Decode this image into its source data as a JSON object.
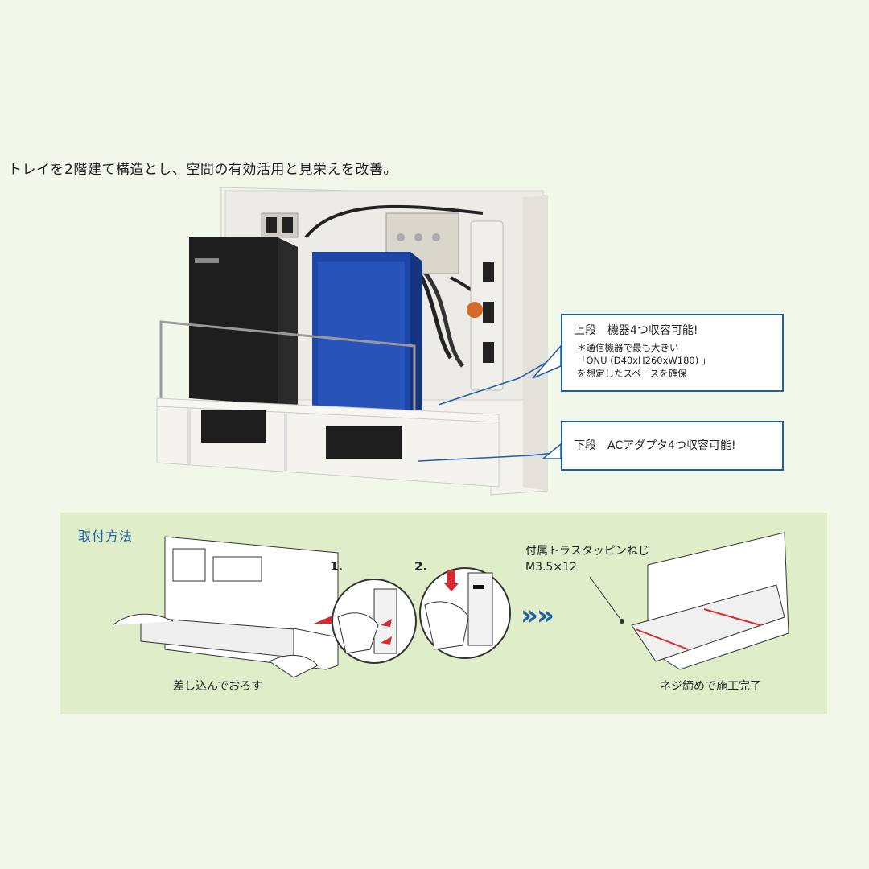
{
  "headline": "トレイを2階建て構造とし、空間の有効活用と見栄えを改善。",
  "callouts": {
    "upper": {
      "title": "上段　機器4つ収容可能!",
      "note_line1": "＊通信機器で最も大きい",
      "note_line2": "「ONU (D40xH260xW180) 」",
      "note_line3": "を想定したスペースを確保"
    },
    "lower": {
      "title": "下段　ACアダプタ4つ収容可能!"
    }
  },
  "method": {
    "label": "取付方法",
    "caption_left": "差し込んでおろす",
    "step1": "1.",
    "step2": "2.",
    "arrow": "»»",
    "screw_line1": "付属トラスタッピンねじ",
    "screw_line2": "M3.5×12",
    "caption_right": "ネジ締めで施工完了"
  },
  "colors": {
    "accent": "#1c5fa8",
    "page_bg": "#f1f8ea",
    "panel_bg": "#dfeec9"
  }
}
